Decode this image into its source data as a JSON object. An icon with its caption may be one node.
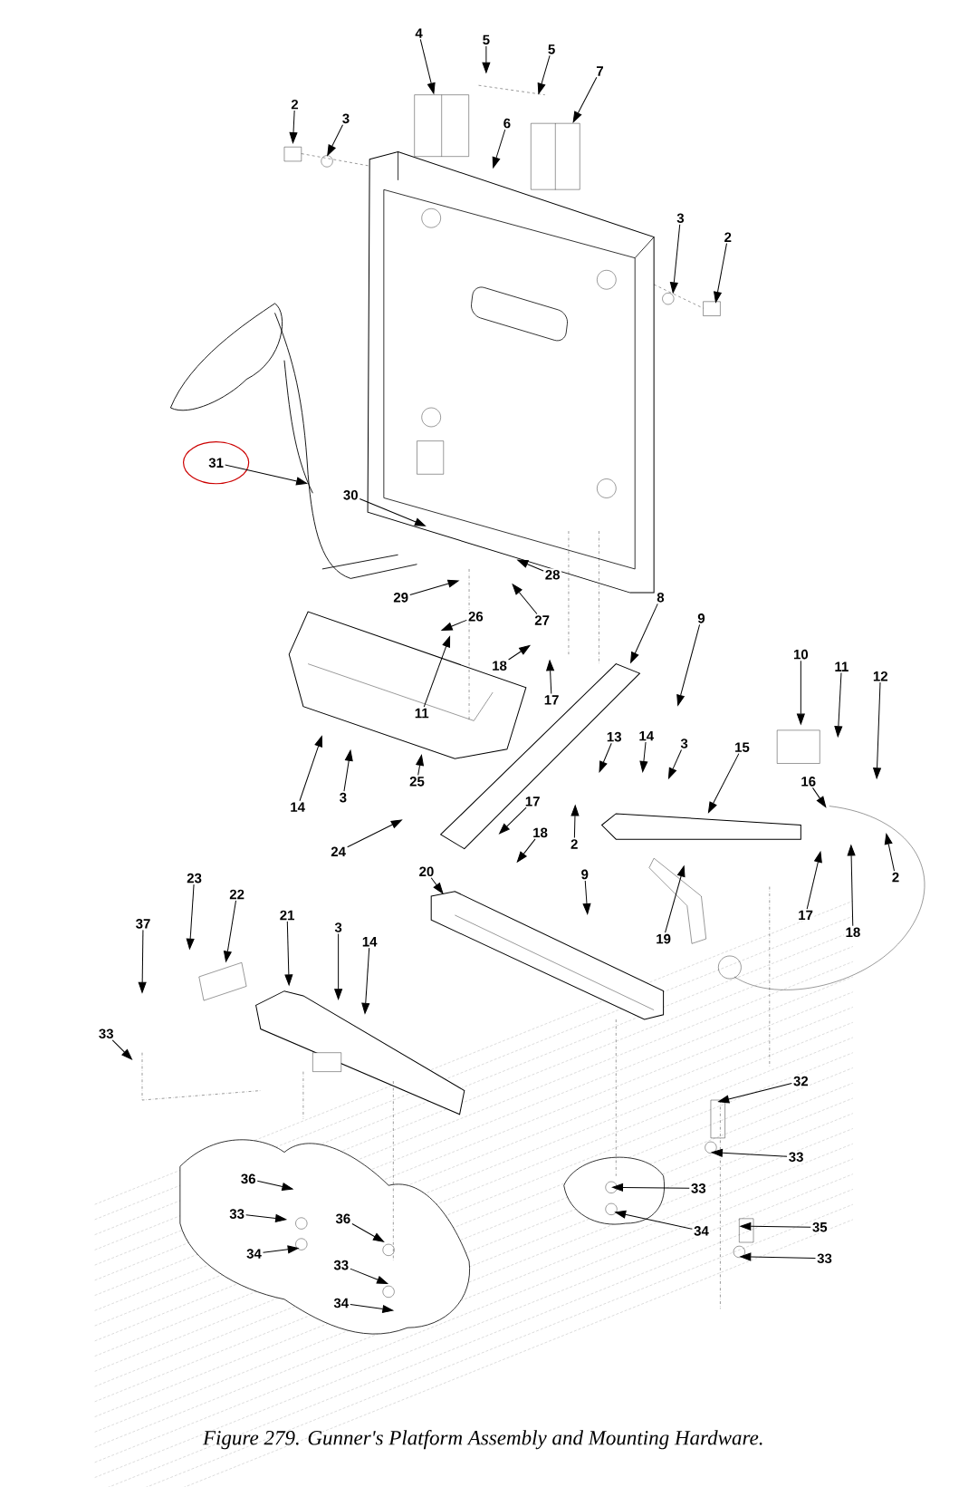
{
  "diagram": {
    "caption": "Figure 279.  Gunner's Platform Assembly and Mounting Hardware.",
    "nodes": [
      {
        "text": [
          "4"
        ]
      },
      {
        "text": [
          "5"
        ]
      },
      {
        "text": [
          "5"
        ]
      },
      {
        "text": [
          "7"
        ]
      },
      {
        "text": [
          "2"
        ]
      },
      {
        "text": [
          "3"
        ]
      },
      {
        "text": [
          "6"
        ]
      },
      {
        "text": [
          "3"
        ]
      },
      {
        "text": [
          "2"
        ]
      },
      {
        "text": [
          "31"
        ]
      },
      {
        "text": [
          "30"
        ]
      },
      {
        "text": [
          "28"
        ]
      },
      {
        "text": [
          "29"
        ]
      },
      {
        "text": [
          "26"
        ]
      },
      {
        "text": [
          "27"
        ]
      },
      {
        "text": [
          "8"
        ]
      },
      {
        "text": [
          "9"
        ]
      },
      {
        "text": [
          "10"
        ]
      },
      {
        "text": [
          "11"
        ]
      },
      {
        "text": [
          "12"
        ]
      },
      {
        "text": [
          "18"
        ]
      },
      {
        "text": [
          "17"
        ]
      },
      {
        "text": [
          "11"
        ]
      },
      {
        "text": [
          "13"
        ]
      },
      {
        "text": [
          "14"
        ]
      },
      {
        "text": [
          "3"
        ]
      },
      {
        "text": [
          "15"
        ]
      },
      {
        "text": [
          "16"
        ]
      },
      {
        "text": [
          "14"
        ]
      },
      {
        "text": [
          "3"
        ]
      },
      {
        "text": [
          "25"
        ]
      },
      {
        "text": [
          "17"
        ]
      },
      {
        "text": [
          "18"
        ]
      },
      {
        "text": [
          "2"
        ]
      },
      {
        "text": [
          "24"
        ]
      },
      {
        "text": [
          "2"
        ]
      },
      {
        "text": [
          "17"
        ]
      },
      {
        "text": [
          "18"
        ]
      },
      {
        "text": [
          "19"
        ]
      },
      {
        "text": [
          "20"
        ]
      },
      {
        "text": [
          "9"
        ]
      },
      {
        "text": [
          "23"
        ]
      },
      {
        "text": [
          "22"
        ]
      },
      {
        "text": [
          "21"
        ]
      },
      {
        "text": [
          "3"
        ]
      },
      {
        "text": [
          "14"
        ]
      },
      {
        "text": [
          "37"
        ]
      },
      {
        "text": [
          "33"
        ]
      },
      {
        "text": [
          "32"
        ]
      },
      {
        "text": [
          "33"
        ]
      },
      {
        "text": [
          "36"
        ]
      },
      {
        "text": [
          "33"
        ]
      },
      {
        "text": [
          "33"
        ]
      },
      {
        "text": [
          "34"
        ]
      },
      {
        "text": [
          "36"
        ]
      },
      {
        "text": [
          "34"
        ]
      },
      {
        "text": [
          "35"
        ]
      },
      {
        "text": [
          "33"
        ]
      },
      {
        "text": [
          "33"
        ]
      },
      {
        "text": [
          "34"
        ]
      },
      {
        "text": [],
        "shape": "box"
      },
      {
        "text": [],
        "shape": "box"
      },
      {
        "text": [],
        "shape": "picture"
      },
      {
        "text": [],
        "shape": "picture"
      }
    ],
    "edges": [
      {
        "from": 0,
        "to": 60,
        "arrow": "to"
      },
      {
        "from": 1,
        "to": null,
        "arrow": "to"
      },
      {
        "from": 2,
        "to": null,
        "arrow": "to"
      },
      {
        "from": 3,
        "to": 61,
        "arrow": "to"
      },
      {
        "from": 4,
        "to": null,
        "arrow": "to"
      },
      {
        "from": 5,
        "to": null,
        "arrow": "to"
      },
      {
        "from": 6,
        "to": null,
        "arrow": "to"
      },
      {
        "from": 7,
        "to": null,
        "arrow": "to"
      },
      {
        "from": 8,
        "to": null,
        "arrow": "to"
      },
      {
        "from": 9,
        "to": null,
        "arrow": "to"
      },
      {
        "from": 10,
        "to": null,
        "arrow": "to"
      },
      {
        "from": 11,
        "to": null,
        "arrow": "to"
      },
      {
        "from": 12,
        "to": null,
        "arrow": "to"
      },
      {
        "from": 13,
        "to": null,
        "arrow": "to"
      },
      {
        "from": 14,
        "to": null,
        "arrow": "to"
      },
      {
        "from": 15,
        "to": null,
        "arrow": "to"
      },
      {
        "from": 16,
        "to": null,
        "arrow": "to"
      },
      {
        "from": 17,
        "to": null,
        "arrow": "to"
      },
      {
        "from": 18,
        "to": null,
        "arrow": "to"
      },
      {
        "from": 19,
        "to": null,
        "arrow": "to"
      },
      {
        "from": 20,
        "to": null,
        "arrow": "to"
      },
      {
        "from": 21,
        "to": null,
        "arrow": "to"
      },
      {
        "from": 22,
        "to": null,
        "arrow": "to"
      },
      {
        "from": 23,
        "to": null,
        "arrow": "to"
      },
      {
        "from": 24,
        "to": null,
        "arrow": "to"
      },
      {
        "from": 25,
        "to": null,
        "arrow": "to"
      },
      {
        "from": 26,
        "to": 62,
        "arrow": "to"
      },
      {
        "from": 27,
        "to": null,
        "arrow": "to"
      },
      {
        "from": 28,
        "to": null,
        "arrow": "to"
      },
      {
        "from": 29,
        "to": null,
        "arrow": "to"
      },
      {
        "from": 30,
        "to": null,
        "arrow": "to"
      },
      {
        "from": 31,
        "to": null,
        "arrow": "to"
      },
      {
        "from": 32,
        "to": null,
        "arrow": "to"
      },
      {
        "from": 33,
        "to": null,
        "arrow": "to"
      },
      {
        "from": 34,
        "to": null,
        "arrow": "to"
      },
      {
        "from": 35,
        "to": null,
        "arrow": "to"
      },
      {
        "from": 36,
        "to": null,
        "arrow": "to"
      },
      {
        "from": 37,
        "to": null,
        "arrow": "to"
      },
      {
        "from": 38,
        "to": null,
        "arrow": "to"
      },
      {
        "from": 39,
        "to": null,
        "arrow": "to"
      },
      {
        "from": 40,
        "to": null,
        "arrow": "to"
      },
      {
        "from": 41,
        "to": null,
        "arrow": "to"
      },
      {
        "from": 42,
        "to": 63,
        "arrow": "to"
      },
      {
        "from": 43,
        "to": null,
        "arrow": "to"
      },
      {
        "from": 44,
        "to": null,
        "arrow": "to"
      },
      {
        "from": 45,
        "to": null,
        "arrow": "to"
      },
      {
        "from": 46,
        "to": null,
        "arrow": "to"
      },
      {
        "from": 47,
        "to": null,
        "arrow": "to"
      },
      {
        "from": 48,
        "to": null,
        "arrow": "to"
      },
      {
        "from": 49,
        "to": null,
        "arrow": "to"
      },
      {
        "from": 50,
        "to": null,
        "arrow": "to"
      },
      {
        "from": 51,
        "to": null,
        "arrow": "to"
      },
      {
        "from": 52,
        "to": null,
        "arrow": "to"
      },
      {
        "from": 53,
        "to": null,
        "arrow": "to"
      },
      {
        "from": 54,
        "to": null,
        "arrow": "to"
      },
      {
        "from": 55,
        "to": null,
        "arrow": "to"
      },
      {
        "from": 56,
        "to": null,
        "arrow": "to"
      },
      {
        "from": 57,
        "to": null,
        "arrow": "to"
      },
      {
        "from": 58,
        "to": null,
        "arrow": "to"
      },
      {
        "from": 59,
        "to": null,
        "arrow": "to"
      }
    ]
  }
}
